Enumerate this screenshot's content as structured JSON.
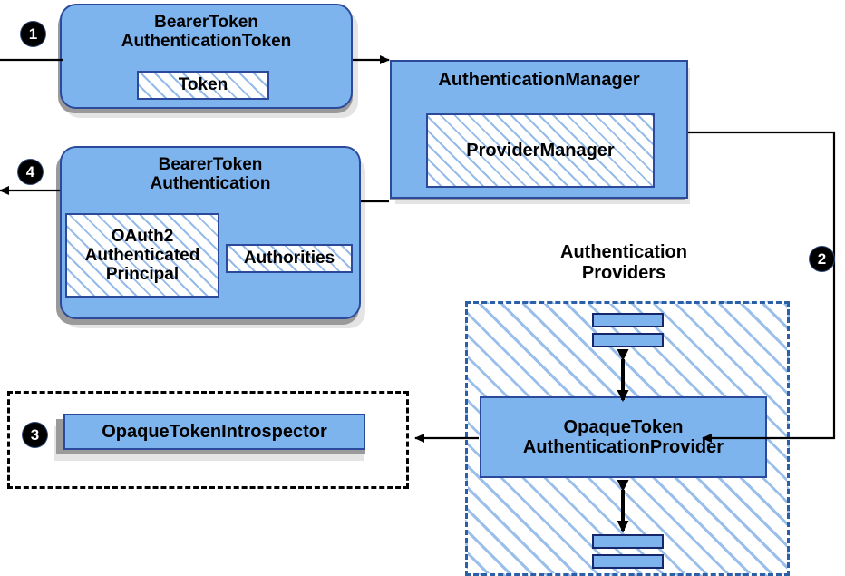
{
  "diagram": {
    "title": "OAuth2 Opaque Token Authentication Flow",
    "colors": {
      "node_fill": "#7eb4ee",
      "node_border": "#2b4a9b",
      "hatch_line": "#82afe6",
      "shadow": "#9a9a9a",
      "marker_fill": "#000000",
      "marker_text": "#ffffff",
      "wire": "#000000",
      "dashed_region_blue": "#2b5fa8",
      "dashed_region_black": "#000000"
    }
  },
  "nodes": {
    "bearer_token_authentication_token": {
      "title_line1": "BearerToken",
      "title_line2": "AuthenticationToken",
      "child": "Token"
    },
    "authentication_manager": {
      "title": "AuthenticationManager",
      "child": "ProviderManager"
    },
    "bearer_token_authentication": {
      "title_line1": "BearerToken",
      "title_line2": "Authentication",
      "principal_line1": "OAuth2",
      "principal_line2": "Authenticated",
      "principal_line3": "Principal",
      "authorities": "Authorities"
    },
    "authentication_providers": {
      "label_line1": "Authentication",
      "label_line2": "Providers",
      "provider_line1": "OpaqueToken",
      "provider_line2": "AuthenticationProvider"
    },
    "opaque_token_introspector": {
      "label": "OpaqueTokenIntrospector"
    }
  },
  "markers": [
    {
      "id": "step-1",
      "label": "❶"
    },
    {
      "id": "step-2",
      "label": "❷"
    },
    {
      "id": "step-3",
      "label": "❸"
    },
    {
      "id": "step-4",
      "label": "❹"
    }
  ],
  "marker_numbers": {
    "one": "1",
    "two": "2",
    "three": "3",
    "four": "4"
  }
}
